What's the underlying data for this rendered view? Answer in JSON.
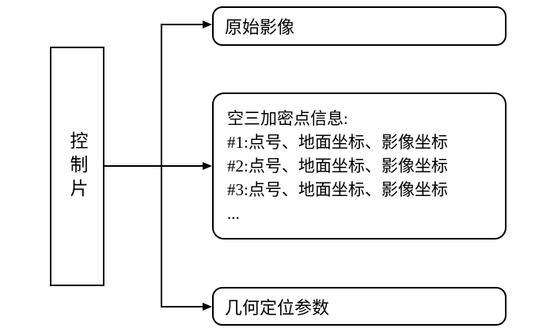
{
  "figure": {
    "background_color": "#ffffff",
    "line_color": "#000000",
    "text_color": "#000000"
  },
  "nodes": {
    "control": {
      "label": "控制片"
    },
    "original_image": {
      "label": "原始影像"
    },
    "tie_points": {
      "title": "空三加密点信息:",
      "lines": [
        "#1:点号、地面坐标、影像坐标",
        "#2:点号、地面坐标、影像坐标",
        "#3:点号、地面坐标、影像坐标",
        "..."
      ]
    },
    "geo_params": {
      "label": "几何定位参数"
    }
  },
  "connectors": {
    "from": "控制片",
    "to": [
      "原始影像",
      "空三加密点信息",
      "几何定位参数"
    ]
  }
}
